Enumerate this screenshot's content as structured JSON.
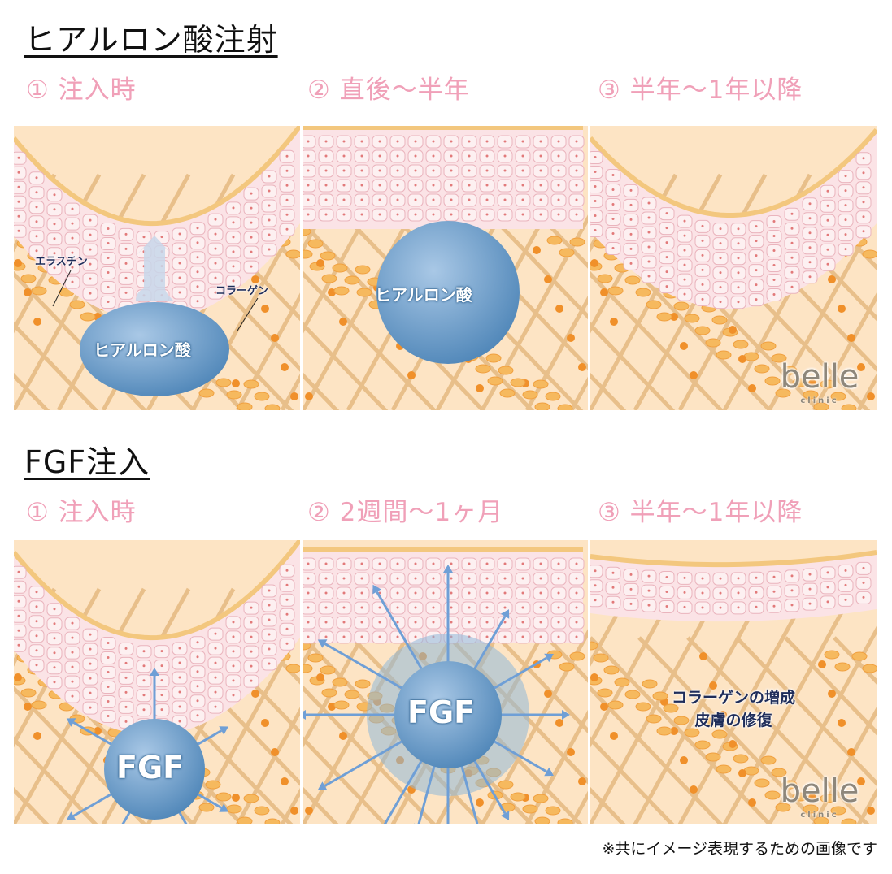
{
  "sections": [
    {
      "title": "ヒアルロン酸注射",
      "steps": [
        "① 注入時",
        "② 直後～半年",
        "③ 半年～1年以降"
      ],
      "panel_labels": [
        "ヒアルロン酸",
        "ヒアルロン酸"
      ],
      "annotations": {
        "elastin": "エラスチン",
        "collagen": "コラーゲン"
      }
    },
    {
      "title": "FGF注入",
      "steps": [
        "① 注入時",
        "② 2週間～1ヶ月",
        "③ 半年～1年以降"
      ],
      "panel_labels": [
        "FGF",
        "FGF"
      ],
      "result_text": [
        "コラーゲンの増成",
        "皮膚の修復"
      ]
    }
  ],
  "logo": {
    "name": "belle",
    "sub": "clinic"
  },
  "footnote": "※共にイメージ表現するための画像です",
  "colors": {
    "step": "#f0a0b8",
    "epidermis": "#fbe3e6",
    "dermis": "#fde4c4",
    "fiber": "#e8bf8a",
    "node": "#f0902a",
    "blob": "#6b9cc8",
    "arrow": "#6f9fd6"
  }
}
